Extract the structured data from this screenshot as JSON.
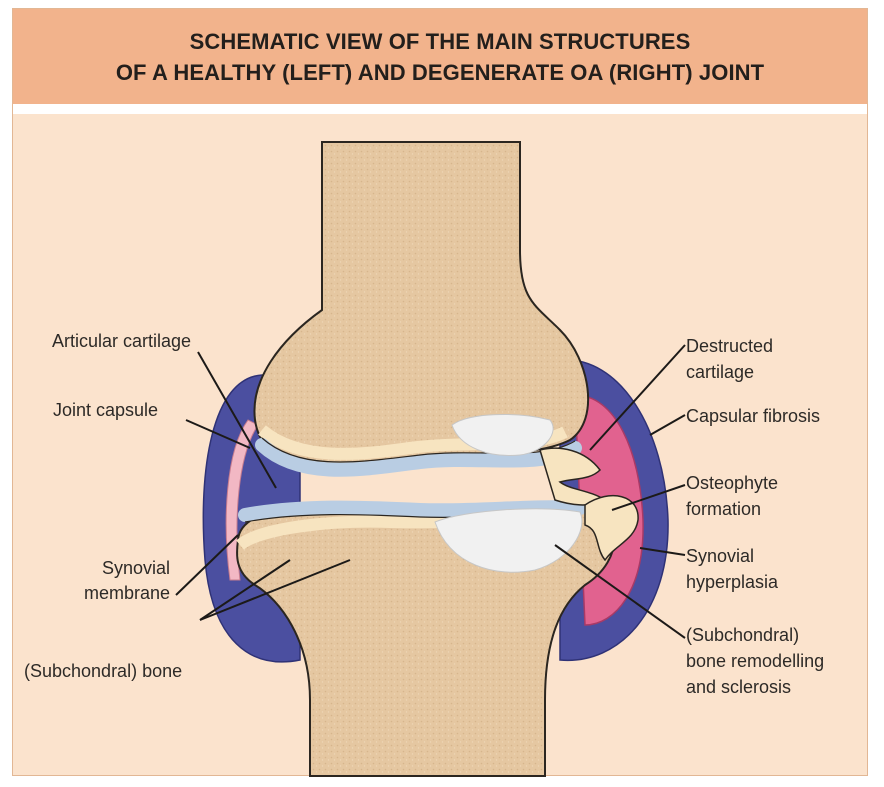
{
  "title": {
    "line1": "SCHEMATIC VIEW OF THE MAIN STRUCTURES",
    "line2": "OF A HEALTHY (LEFT) AND DEGENERATE OA (RIGHT) JOINT"
  },
  "labels": {
    "articular_cartilage": "Articular cartilage",
    "joint_capsule": "Joint capsule",
    "synovial_membrane_1": "Synovial",
    "synovial_membrane_2": "membrane",
    "subchondral_bone": "(Subchondral) bone",
    "destructed_cartilage_1": "Destructed",
    "destructed_cartilage_2": "cartilage",
    "capsular_fibrosis": "Capsular fibrosis",
    "osteophyte_1": "Osteophyte",
    "osteophyte_2": "formation",
    "synovial_hyperplasia_1": "Synovial",
    "synovial_hyperplasia_2": "hyperplasia",
    "remodelling_1": "(Subchondral)",
    "remodelling_2": "bone remodelling",
    "remodelling_3": "and sclerosis"
  },
  "colors": {
    "background": "#fbe3cd",
    "header": "#f2b38c",
    "bone": "#e5c7a1",
    "cortex": "#f7e4c0",
    "cartilage": "#b9cde3",
    "capsule": "#4b4fa0",
    "synovium_inflamed": "#e1628f",
    "sclerosis": "#f1f1f1"
  }
}
